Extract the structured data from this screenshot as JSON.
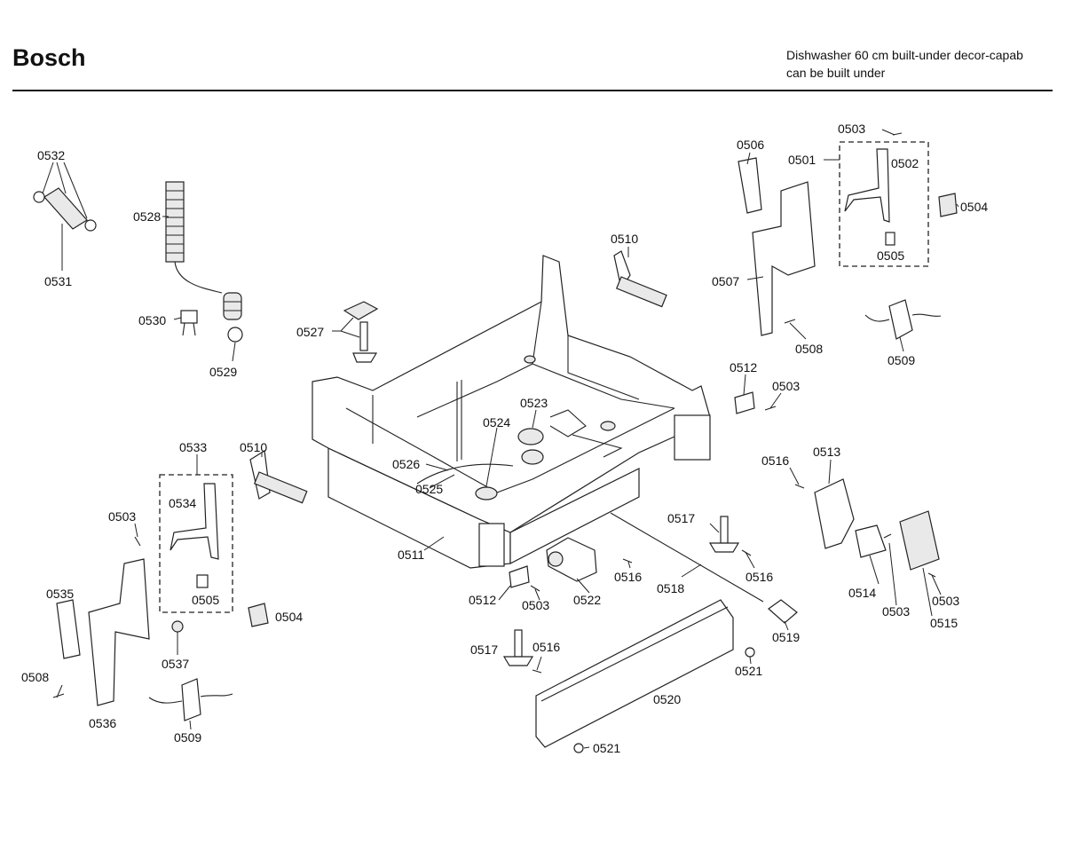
{
  "header": {
    "brand": "Bosch",
    "subtitle_line1": "Dishwasher 60 cm built-under decor-capab",
    "subtitle_line2": "can be built under"
  },
  "labels": {
    "p0501": "0501",
    "p0502": "0502",
    "p0503": "0503",
    "p0504": "0504",
    "p0505": "0505",
    "p0506": "0506",
    "p0507": "0507",
    "p0508": "0508",
    "p0509": "0509",
    "p0510": "0510",
    "p0511": "0511",
    "p0512": "0512",
    "p0513": "0513",
    "p0514": "0514",
    "p0515": "0515",
    "p0516": "0516",
    "p0517": "0517",
    "p0518": "0518",
    "p0519": "0519",
    "p0520": "0520",
    "p0521": "0521",
    "p0522": "0522",
    "p0523": "0523",
    "p0524": "0524",
    "p0525": "0525",
    "p0526": "0526",
    "p0527": "0527",
    "p0528": "0528",
    "p0529": "0529",
    "p0530": "0530",
    "p0531": "0531",
    "p0532": "0532",
    "p0533": "0533",
    "p0534": "0534",
    "p0535": "0535",
    "p0536": "0536",
    "p0537": "0537"
  }
}
